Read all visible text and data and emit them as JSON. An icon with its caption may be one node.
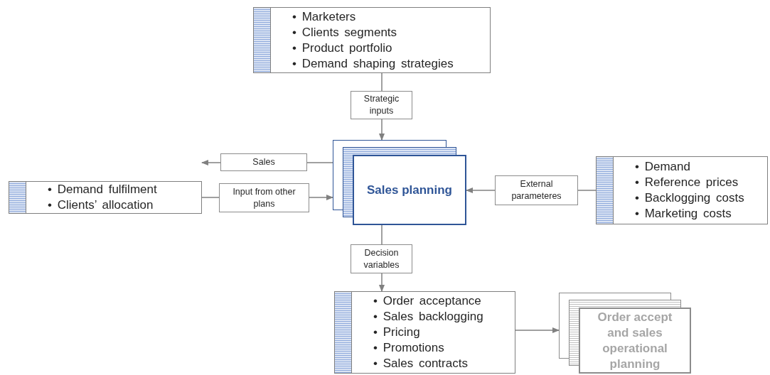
{
  "diagram": {
    "nodes": [
      {
        "text": [
          "• Marketers",
          "• Clients segments",
          "• Product portfolio",
          "• Demand shaping strategies"
        ]
      },
      {
        "text": [
          "Strategic inputs"
        ]
      },
      {
        "text": [
          "Sales planning"
        ]
      },
      {
        "text": [
          "Sales"
        ]
      },
      {
        "text": [
          "• Demand fulfilment",
          "• Clients’ allocation"
        ]
      },
      {
        "text": [
          "Input from other plans"
        ]
      },
      {
        "text": [
          "External parameteres"
        ]
      },
      {
        "text": [
          "• Demand",
          "• Reference prices",
          "• Backlogging costs",
          "• Marketing costs"
        ]
      },
      {
        "text": [
          "Decision variables"
        ]
      },
      {
        "text": [
          "• Order acceptance",
          "• Sales backlogging",
          "• Pricing",
          "• Promotions",
          "• Sales contracts"
        ]
      },
      {
        "text": [
          "Order accept and sales operational planning"
        ]
      }
    ],
    "edges": [
      {
        "from": 0,
        "to": 1,
        "arrow": "none"
      },
      {
        "from": 1,
        "to": 2,
        "arrow": "to"
      },
      {
        "from": 2,
        "to": 3,
        "arrow": "none"
      },
      {
        "from": 3,
        "to": null,
        "arrow": "to"
      },
      {
        "from": 4,
        "to": 5,
        "arrow": "none"
      },
      {
        "from": 5,
        "to": 2,
        "arrow": "to"
      },
      {
        "from": 7,
        "to": 6,
        "arrow": "none"
      },
      {
        "from": 6,
        "to": 2,
        "arrow": "to"
      },
      {
        "from": 2,
        "to": 8,
        "arrow": "none"
      },
      {
        "from": 8,
        "to": 9,
        "arrow": "to"
      },
      {
        "from": 9,
        "to": 10,
        "arrow": "to"
      }
    ]
  }
}
